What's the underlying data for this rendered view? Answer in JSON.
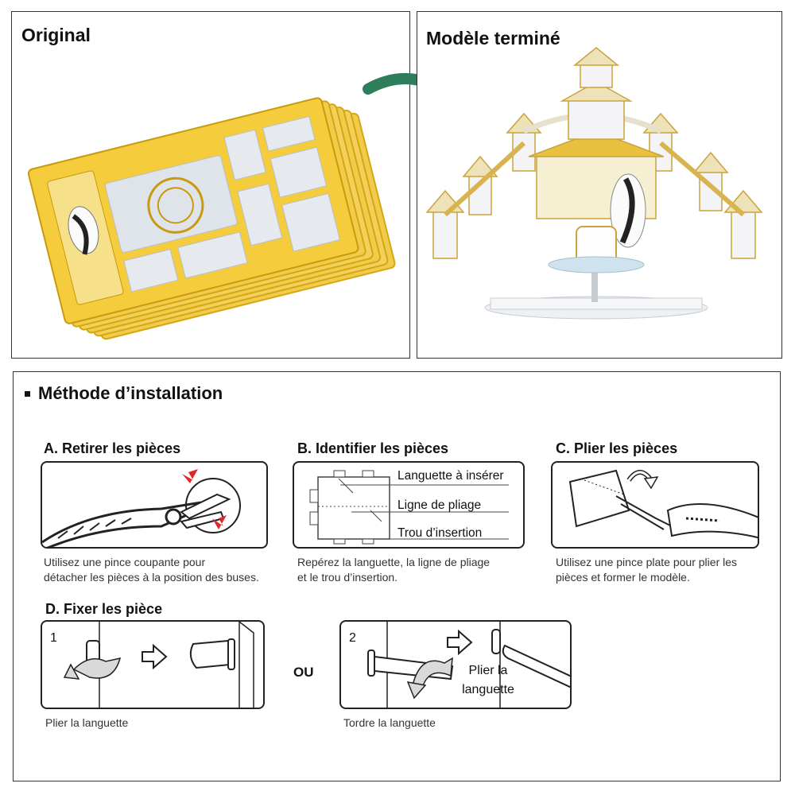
{
  "original": {
    "title": "Original"
  },
  "finished": {
    "title": "Modèle terminé"
  },
  "method": {
    "title": "Méthode d’installation",
    "steps": {
      "a": {
        "title": "A. Retirer les pièces",
        "caption_line1": "Utilisez une pince coupante pour",
        "caption_line2": "détacher les pièces à la position des buses."
      },
      "b": {
        "title": "B. Identifier les pièces",
        "label_tab": "Languette à insérer",
        "label_fold": "Ligne de pliage",
        "label_hole": "Trou d’insertion",
        "caption_line1": "Repérez la languette, la ligne de pliage",
        "caption_line2": "et le trou d’insertion."
      },
      "c": {
        "title": "C. Plier les pièces",
        "caption_line1": "Utilisez une pince plate pour plier les",
        "caption_line2": "pièces et former le modèle."
      },
      "d": {
        "title": "D. Fixer les pièce",
        "option1": {
          "number": "1",
          "caption": "Plier la languette"
        },
        "or_label": "OU",
        "option2": {
          "number": "2",
          "plier_line1": "Plier la",
          "plier_line2": "languette",
          "caption": "Tordre la languette"
        }
      }
    }
  },
  "colors": {
    "gold": "#e8b824",
    "silver": "#d9dde3",
    "arrow_green": "#2e7d5b",
    "red_marker": "#e0262b"
  }
}
